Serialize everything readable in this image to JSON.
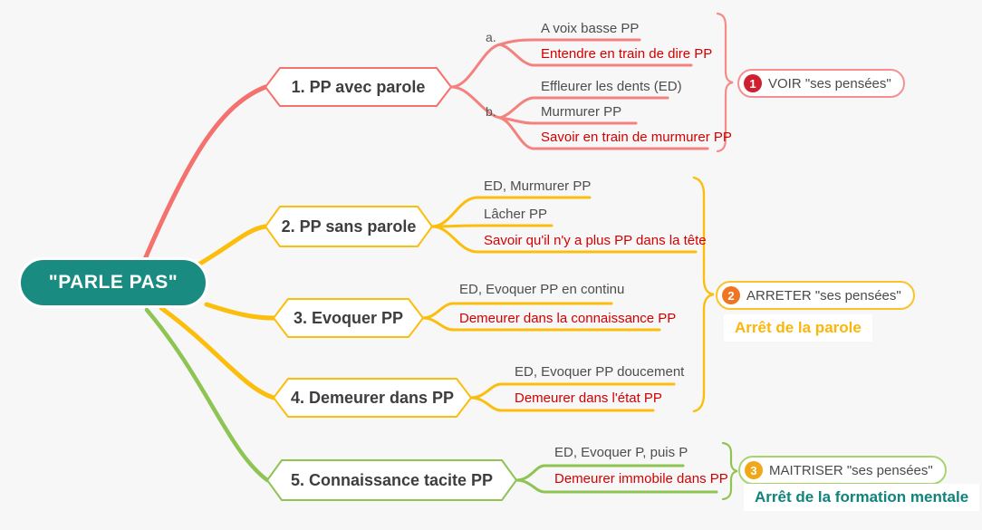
{
  "palette": {
    "background": "#f7f7f8",
    "root_fill": "#1a8b80",
    "branch1_color": "#f4716e",
    "branch234_color": "#fcbe0d",
    "branch5_color": "#8dc452",
    "emphasis_text": "#d40000",
    "plain_text": "#4d4d4d",
    "num1_fill": "#cf2030",
    "num2_fill": "#ee7622",
    "num3_fill": "#f0a818",
    "caption2_color": "#fbb60a",
    "caption3_color": "#11837d"
  },
  "root": {
    "label": "\"PARLE PAS\""
  },
  "branches": [
    {
      "label": "1. PP avec parole",
      "group_a_label": "a.",
      "group_b_label": "b.",
      "items": [
        {
          "text": "A voix basse PP"
        },
        {
          "text": "Entendre en train de dire PP"
        },
        {
          "text": "Effleurer les dents (ED)"
        },
        {
          "text": "Murmurer PP"
        },
        {
          "text": "Savoir en train de murmurer PP"
        }
      ]
    },
    {
      "label": "2. PP sans parole",
      "items": [
        {
          "text": "ED, Murmurer PP"
        },
        {
          "text": "Lâcher PP"
        },
        {
          "text": "Savoir qu'il n'y a plus PP dans la tête"
        }
      ]
    },
    {
      "label": "3. Evoquer PP",
      "items": [
        {
          "text": "ED, Evoquer PP en continu"
        },
        {
          "text": "Demeurer dans la connaissance PP"
        }
      ]
    },
    {
      "label": "4. Demeurer dans PP",
      "items": [
        {
          "text": "ED, Evoquer PP doucement"
        },
        {
          "text": "Demeurer dans l'état PP"
        }
      ]
    },
    {
      "label": "5. Connaissance tacite PP",
      "items": [
        {
          "text": "ED, Evoquer P, puis P"
        },
        {
          "text": "Demeurer immobile dans PP"
        }
      ]
    }
  ],
  "summaries": [
    {
      "number": "1",
      "label": "VOIR \"ses pensées\""
    },
    {
      "number": "2",
      "label": "ARRETER \"ses pensées\"",
      "caption": "Arrêt de la parole"
    },
    {
      "number": "3",
      "label": "MAITRISER \"ses pensées\"",
      "caption": "Arrêt de la formation mentale"
    }
  ]
}
